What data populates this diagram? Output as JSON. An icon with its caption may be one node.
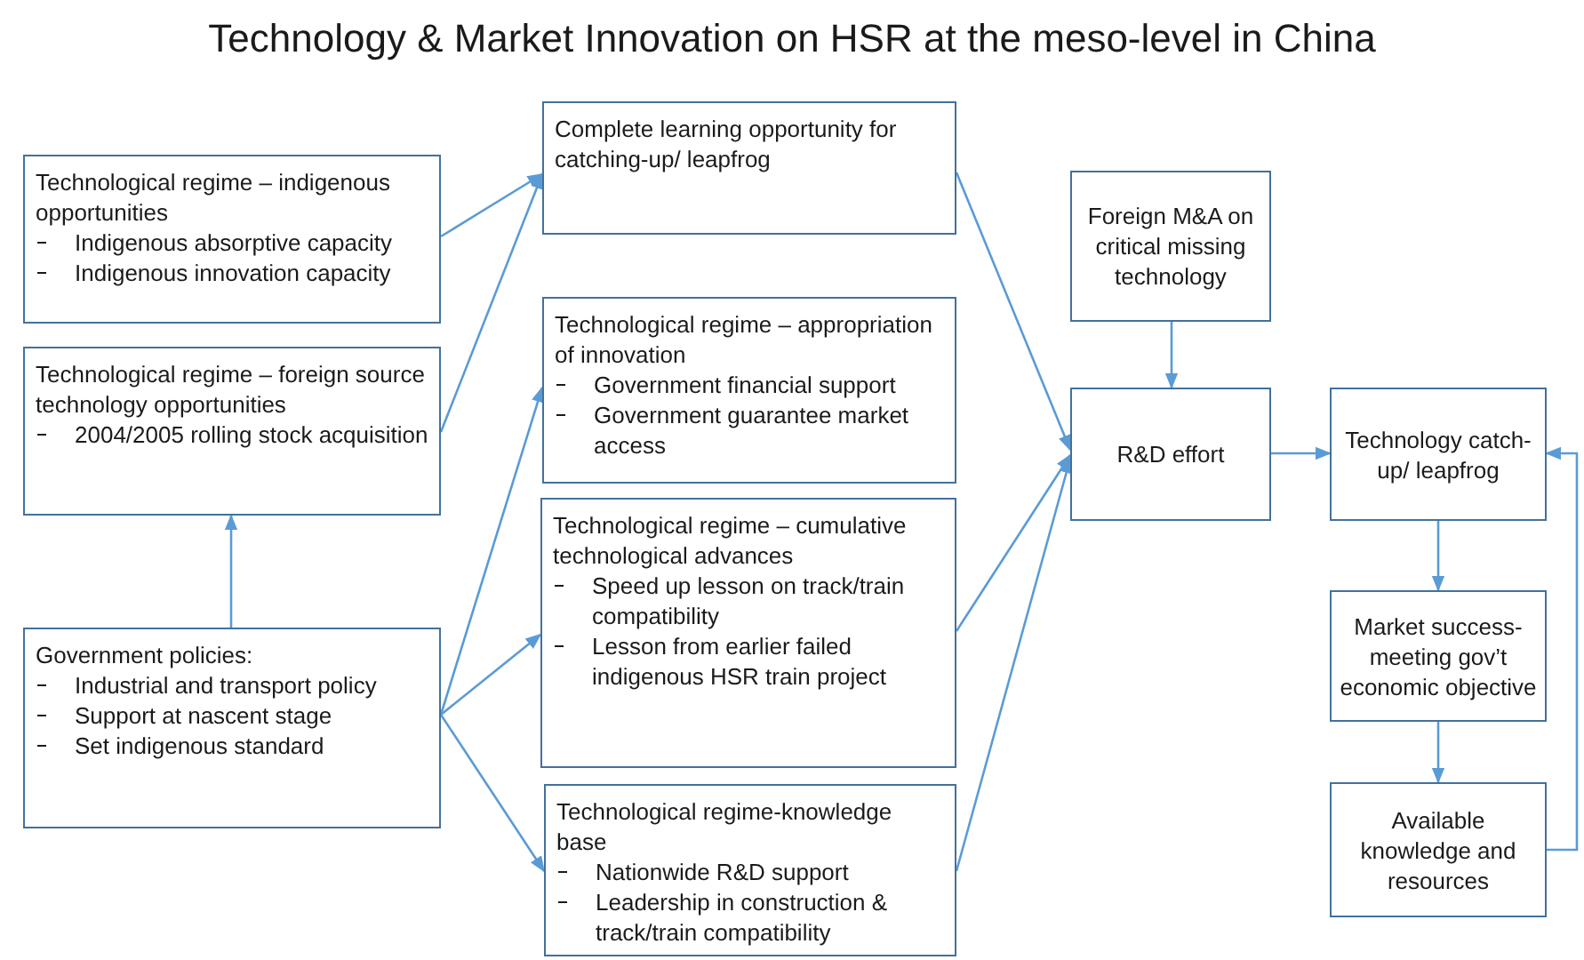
{
  "diagram": {
    "title": "Technology & Market Innovation on HSR at the meso-level in China",
    "nodes": [
      {
        "text": [
          "Technological regime – indigenous opportunities",
          "Indigenous absorptive capacity",
          "Indigenous innovation capacity"
        ]
      },
      {
        "text": [
          "Technological regime – foreign source technology opportunities",
          "2004/2005 rolling stock acquisition"
        ]
      },
      {
        "text": [
          "Government policies:",
          "Industrial and transport  policy",
          "Support at nascent stage",
          "Set indigenous standard"
        ]
      },
      {
        "text": [
          "Complete learning opportunity for catching-up/ leapfrog"
        ]
      },
      {
        "text": [
          "Technological regime – appropriation of innovation",
          "Government financial support",
          "Government guarantee market access"
        ]
      },
      {
        "text": [
          "Technological regime – cumulative technological advances",
          "Speed up lesson on track/train compatibility",
          "Lesson from earlier failed indigenous HSR  train project"
        ]
      },
      {
        "text": [
          "Technological regime-knowledge base",
          "Nationwide R&D support",
          "Leadership in construction & track/train compatibility"
        ]
      },
      {
        "text": [
          "Foreign M&A on critical missing technology"
        ]
      },
      {
        "text": [
          "R&D effort"
        ]
      },
      {
        "text": [
          "Technology catch-up/ leapfrog"
        ]
      },
      {
        "text": [
          "Market success-meeting gov’t economic objective"
        ]
      },
      {
        "text": [
          "Available knowledge and resources"
        ]
      }
    ],
    "edges": [
      {
        "from": 0,
        "to": 3,
        "arrow": "to"
      },
      {
        "from": 1,
        "to": 3,
        "arrow": "to"
      },
      {
        "from": 2,
        "to": 1,
        "arrow": "to"
      },
      {
        "from": 2,
        "to": 4,
        "arrow": "to"
      },
      {
        "from": 2,
        "to": 5,
        "arrow": "to"
      },
      {
        "from": 2,
        "to": 6,
        "arrow": "to"
      },
      {
        "from": 3,
        "to": 8,
        "arrow": "to"
      },
      {
        "from": 5,
        "to": 8,
        "arrow": "to"
      },
      {
        "from": 6,
        "to": 8,
        "arrow": "to"
      },
      {
        "from": 7,
        "to": 8,
        "arrow": "to"
      },
      {
        "from": 8,
        "to": 9,
        "arrow": "to"
      },
      {
        "from": 9,
        "to": 10,
        "arrow": "to"
      },
      {
        "from": 10,
        "to": 11,
        "arrow": "to"
      },
      {
        "from": 11,
        "to": 9,
        "arrow": "to"
      }
    ]
  }
}
